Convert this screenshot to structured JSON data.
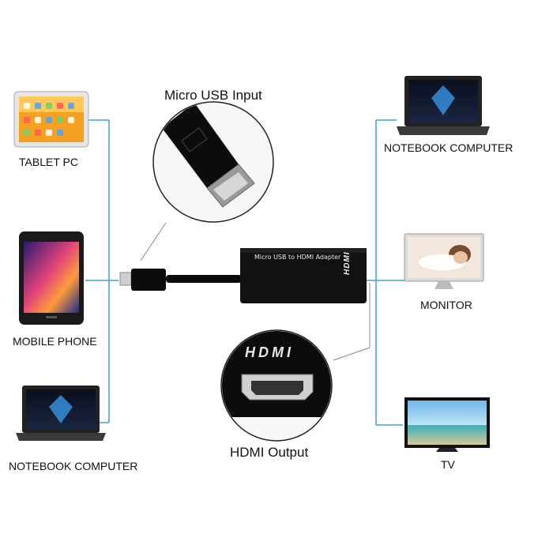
{
  "labels": {
    "micro_usb_input": "Micro USB Input",
    "hdmi_output": "HDMI Output",
    "adapter_text": "Micro USB to HDMI Adapter",
    "hdmi_logo": "HDMI"
  },
  "left_devices": [
    {
      "label": "TABLET PC",
      "icon": "tablet-icon"
    },
    {
      "label": "MOBILE PHONE",
      "icon": "phone-icon"
    },
    {
      "label": "NOTEBOOK COMPUTER",
      "icon": "laptop-icon"
    }
  ],
  "right_devices": [
    {
      "label": "NOTEBOOK COMPUTER",
      "icon": "laptop-icon"
    },
    {
      "label": "MONITOR",
      "icon": "monitor-icon"
    },
    {
      "label": "TV",
      "icon": "tv-icon"
    }
  ],
  "colors": {
    "connector_line": "#3aa0e0",
    "adapter_body": "#111111"
  }
}
